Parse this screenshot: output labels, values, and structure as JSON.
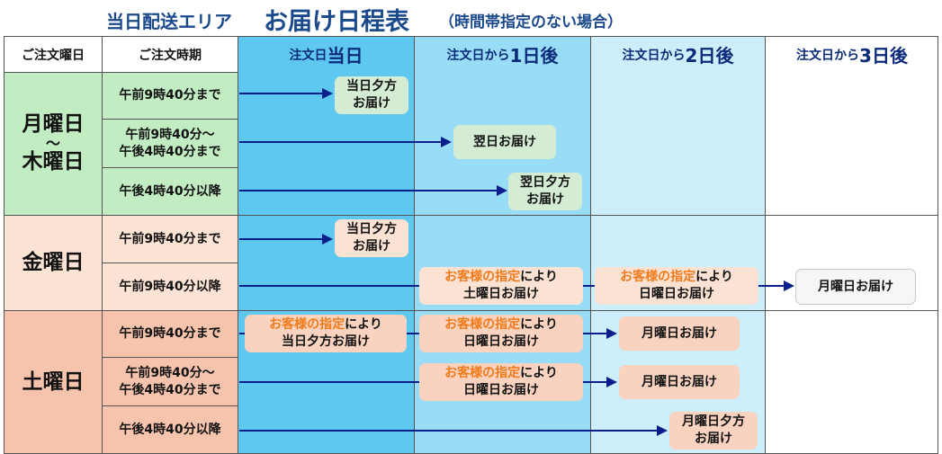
{
  "title": {
    "prefix": "当日配送エリア",
    "main": "お届け日程表",
    "note": "（時間帯指定のない場合）"
  },
  "headers": {
    "order_day": "ご注文曜日",
    "order_time": "ご注文時期",
    "day0_prefix": "注文日",
    "day0_big": "当日",
    "day1_prefix": "注文日から",
    "day1_big": "1日後",
    "day2_prefix": "注文日から",
    "day2_big": "2日後",
    "day3_prefix": "注文日から",
    "day3_big": "3日後"
  },
  "groups": {
    "mon_thu": {
      "line1": "月曜日",
      "line2": "～",
      "line3": "木曜日"
    },
    "fri": "金曜日",
    "sat": "土曜日"
  },
  "times": {
    "mt_r1": "午前9時40分まで",
    "mt_r2_l1": "午前9時40分～",
    "mt_r2_l2": "午後4時40分まで",
    "mt_r3": "午後4時40分以降",
    "fr_r1": "午前9時40分まで",
    "fr_r2": "午前9時40分以降",
    "sa_r1": "午前9時40分まで",
    "sa_r2_l1": "午前9時40分～",
    "sa_r2_l2": "午後4時40分まで",
    "sa_r3": "午後4時40分以降"
  },
  "deliveries": {
    "same_evening_l1": "当日夕方",
    "same_evening_l2": "お届け",
    "next_day": "翌日お届け",
    "next_evening_l1": "翌日夕方",
    "next_evening_l2": "お届け",
    "fri_same_evening_l1": "当日夕方",
    "fri_same_evening_l2": "お届け",
    "designate_hl": "お客様の指定",
    "designate_rest": "により",
    "sat_delivery": "土曜日お届け",
    "sun_delivery": "日曜日お届け",
    "mon_delivery": "月曜日お届け",
    "same_evening_delivery": "当日夕方お届け",
    "mon_evening_l1": "月曜日夕方",
    "mon_evening_l2": "お届け"
  },
  "colors": {
    "title": "#1b4a8c",
    "col_today": "#5ec8f0",
    "col_day1": "#99dcf6",
    "col_day2": "#cdeefb",
    "mon_thu_bg": "#c2ecc2",
    "fri_bg": "#fde3d4",
    "sat_bg": "#f6c4ad",
    "arrow": "#0a1e8c",
    "highlight": "#f07a1a"
  }
}
